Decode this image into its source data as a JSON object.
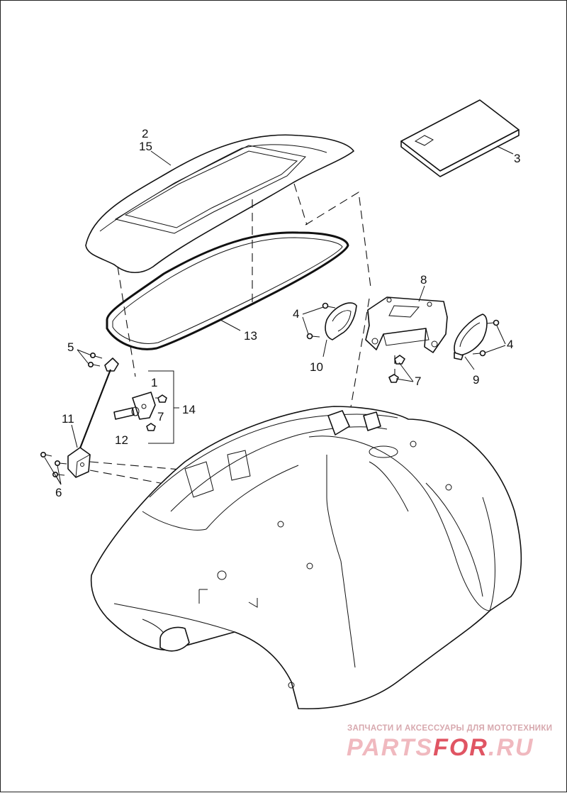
{
  "callouts": [
    {
      "id": "2",
      "label": "2"
    },
    {
      "id": "15",
      "label": "15"
    },
    {
      "id": "3",
      "label": "3"
    },
    {
      "id": "8",
      "label": "8"
    },
    {
      "id": "4a",
      "label": "4"
    },
    {
      "id": "4b",
      "label": "4"
    },
    {
      "id": "13",
      "label": "13"
    },
    {
      "id": "10",
      "label": "10"
    },
    {
      "id": "9",
      "label": "9"
    },
    {
      "id": "7a",
      "label": "7"
    },
    {
      "id": "5",
      "label": "5"
    },
    {
      "id": "1",
      "label": "1"
    },
    {
      "id": "14",
      "label": "14"
    },
    {
      "id": "7b",
      "label": "7"
    },
    {
      "id": "11",
      "label": "11"
    },
    {
      "id": "12",
      "label": "12"
    },
    {
      "id": "6",
      "label": "6"
    }
  ],
  "watermark": {
    "tagline": "ЗАПЧАСТИ И АКСЕССУАРЫ ДЛЯ МОТОТЕХНИКИ",
    "brand_part1": "PARTS",
    "brand_part2": "FOR",
    "brand_part3": ".RU"
  },
  "colors": {
    "line": "#111111",
    "background": "#ffffff",
    "watermark_light": "#f0b9bf",
    "watermark_accent": "#e05563"
  }
}
